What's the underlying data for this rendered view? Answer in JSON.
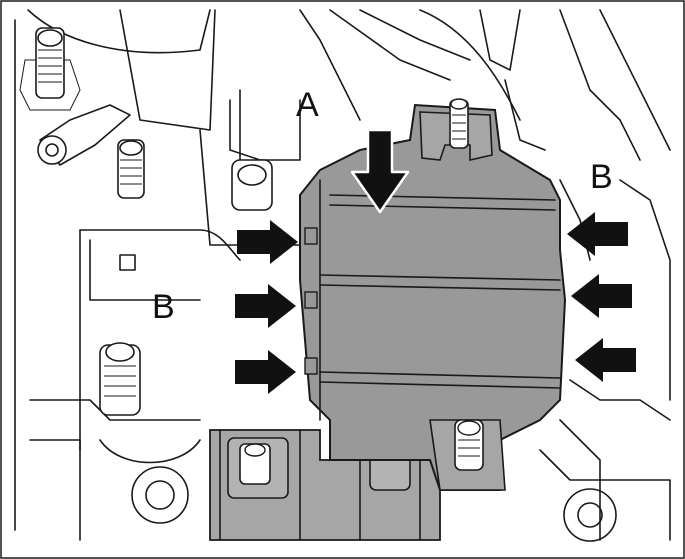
{
  "figure": {
    "labels": {
      "a": "A",
      "b_right": "B",
      "b_left": "B"
    },
    "colors": {
      "cover_fill": "#999999",
      "bracket_fill": "#a6a6a6",
      "line": "#1a1a1a",
      "arrow": "#111111",
      "background": "#ffffff"
    },
    "icons": {
      "push_arrow": "arrow-down-icon",
      "release_arrow_left": "arrow-right-icon",
      "release_arrow_right": "arrow-left-icon"
    }
  }
}
